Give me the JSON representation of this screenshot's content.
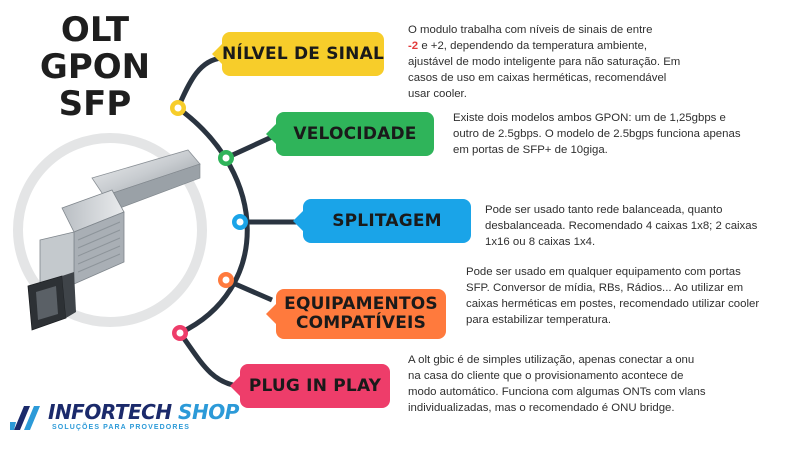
{
  "title": {
    "line1": "OLT",
    "line2": "GPON",
    "line3": "SFP"
  },
  "items": [
    {
      "label": "NÍLVEL DE SINAL",
      "color": "#f7cd2a",
      "desc_pre": "O modulo trabalha com níveis de sinais de entre",
      "desc_red": "-2",
      "desc_post": "e +2, dependendo da temperatura ambiente, ajustável de modo inteligente para não saturação. Em casos de uso em caixas herméticas, recomendável usar cooler."
    },
    {
      "label": "VELOCIDADE",
      "color": "#2fb45a",
      "desc": "Existe dois modelos ambos GPON: um de 1,25gbps e outro de 2.5gbps. O modelo de 2.5bgps funciona apenas em portas de SFP+ de 10giga."
    },
    {
      "label": "SPLITAGEM",
      "color": "#1aa4e8",
      "desc": "Pode ser usado tanto rede balanceada, quanto desbalanceada. Recomendado 4 caixas 1x8; 2 caixas 1x16 ou 8 caixas 1x4."
    },
    {
      "label": "EQUIPAMENTOS COMPATÍVEIS",
      "color": "#ff7a3d",
      "desc": "Pode ser usado em qualquer equipamento com portas SFP. Conversor de mídia, RBs, Rádios... Ao utilizar em caixas herméticas em postes, recomendado utilizar cooler para estabilizar temperatura."
    },
    {
      "label": "PLUG IN PLAY",
      "color": "#ee3d6a",
      "desc": "A olt gbic é de simples utilização, apenas conectar a onu na casa do cliente  que o provisionamento acontece de modo automático. Funciona com algumas ONTs com vlans individualizadas, mas o recomendado é ONU bridge."
    }
  ],
  "brand": {
    "name_main": "INFORTECH",
    "name_accent": "SHOP",
    "tagline": "SOLUÇÕES PARA PROVEDORES"
  },
  "colors": {
    "spine": "#2a3440",
    "circle": "#e9e9ea"
  }
}
